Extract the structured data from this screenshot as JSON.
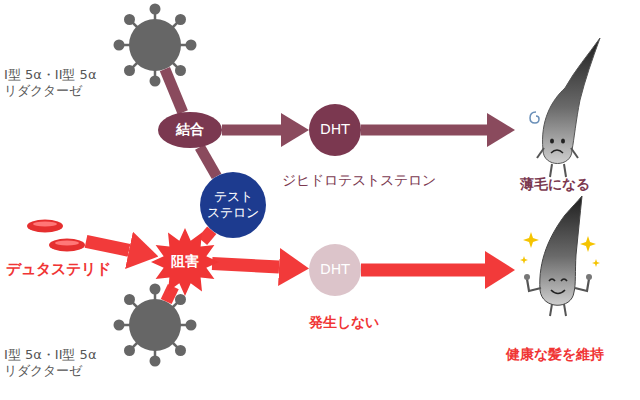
{
  "diagram": {
    "nodes": [
      {
        "text": [
          "I型 5α・II型 5α リダクターゼ"
        ]
      },
      {
        "text": [
          "結合"
        ]
      },
      {
        "text": [
          "DHT",
          "ジヒドロテストステロン"
        ]
      },
      {
        "text": [
          "薄毛になる"
        ]
      },
      {
        "text": [
          "テスト ステロン"
        ]
      },
      {
        "text": [
          "デュタステリド"
        ]
      },
      {
        "text": [
          "阻害"
        ]
      },
      {
        "text": [
          "DHT",
          "発生しない"
        ]
      },
      {
        "text": [
          "健康な髪を維持"
        ]
      },
      {
        "text": [
          "I型 5α・II型 5α リダクターゼ"
        ]
      }
    ],
    "edges": [
      {
        "from": 0,
        "to": 1,
        "arrow": "none"
      },
      {
        "from": 4,
        "to": 1,
        "arrow": "none"
      },
      {
        "from": 1,
        "to": 2,
        "arrow": "to"
      },
      {
        "from": 2,
        "to": 3,
        "arrow": "to"
      },
      {
        "from": 5,
        "to": 6,
        "arrow": "to"
      },
      {
        "from": 4,
        "to": 6,
        "arrow": "none"
      },
      {
        "from": 9,
        "to": 6,
        "arrow": "none"
      },
      {
        "from": 6,
        "to": 7,
        "arrow": "to"
      },
      {
        "from": 7,
        "to": 8,
        "arrow": "to"
      }
    ]
  }
}
